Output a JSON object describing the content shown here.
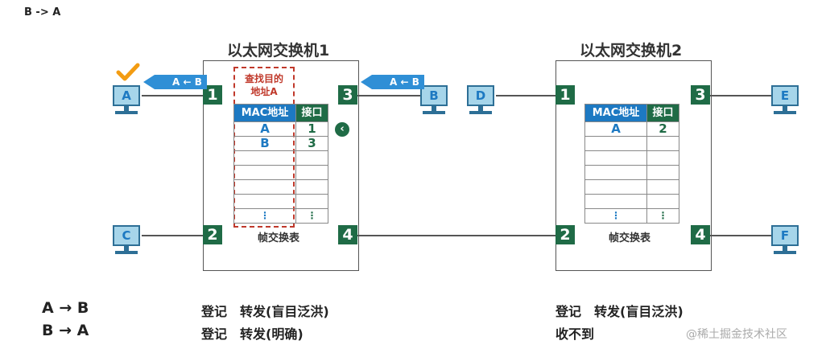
{
  "corner_label": "B -> A",
  "switch1": {
    "title": "以太网交换机1",
    "table_header_mac": "MAC地址",
    "table_header_port": "接口",
    "rows": [
      {
        "mac": "A",
        "port": "1"
      },
      {
        "mac": "B",
        "port": "3"
      }
    ],
    "ellipsis": "⋮",
    "table_label": "帧交换表",
    "lookup_note_line1": "查找目的",
    "lookup_note_line2": "地址A",
    "ports": {
      "p1": "1",
      "p2": "2",
      "p3": "3",
      "p4": "4"
    }
  },
  "switch2": {
    "title": "以太网交换机2",
    "table_header_mac": "MAC地址",
    "table_header_port": "接口",
    "rows": [
      {
        "mac": "A",
        "port": "2"
      }
    ],
    "ellipsis": "⋮",
    "table_label": "帧交换表",
    "ports": {
      "p1": "1",
      "p2": "2",
      "p3": "3",
      "p4": "4"
    }
  },
  "hosts": {
    "A": "A",
    "B": "B",
    "C": "C",
    "D": "D",
    "E": "E",
    "F": "F"
  },
  "frame_tags": {
    "left": "A ← B",
    "right": "A ← B"
  },
  "legend": {
    "row1_flow": "A → B",
    "row2_flow": "B → A",
    "row1_sw1": "登记　转发(盲目泛洪)",
    "row2_sw1": "登记　转发(明确)",
    "row1_sw2": "登记　转发(盲目泛洪)",
    "row2_sw2": "收不到"
  },
  "watermark": "@稀土掘金技术社区",
  "colors": {
    "port_green": "#1f6b46",
    "mac_blue": "#1d79c2",
    "note_red": "#c0392b",
    "check_orange": "#f39c12"
  },
  "icons": {
    "check": "check-mark-icon",
    "arrow": "chevron-left-icon",
    "pc": "computer-icon"
  }
}
